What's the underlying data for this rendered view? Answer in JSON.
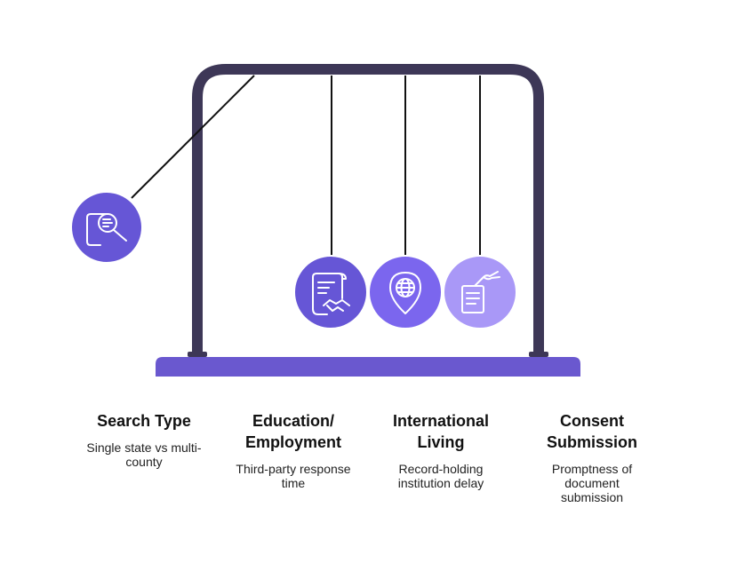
{
  "colors": {
    "frame": "#3d3757",
    "base": "#6a58cf",
    "string": "#111111",
    "ball_dark": "#6656d6",
    "ball_mid": "#7b66ee",
    "ball_light": "#a998f7",
    "icon_stroke": "#ffffff"
  },
  "items": [
    {
      "icon": "search-document-icon",
      "title": "Search Type",
      "description": "Single state vs multi-\ncounty"
    },
    {
      "icon": "contract-handshake-icon",
      "title": "Education/\nEmployment",
      "description": "Third-party response\ntime"
    },
    {
      "icon": "globe-pin-icon",
      "title": "International\nLiving",
      "description": "Record-holding\ninstitution delay"
    },
    {
      "icon": "hand-document-icon",
      "title": "Consent\nSubmission",
      "description": "Promptness of\ndocument\nsubmission"
    }
  ]
}
